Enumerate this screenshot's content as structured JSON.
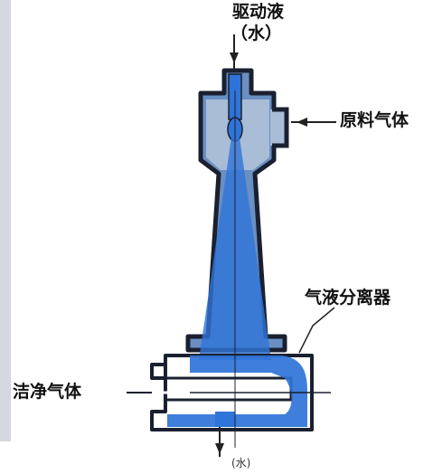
{
  "labels": {
    "drive_fluid": "驱动液",
    "drive_fluid_sub": "（水）",
    "feed_gas": "原料气体",
    "separator": "气液分离器",
    "clean_gas": "洁净气体",
    "water_out": "(水)"
  },
  "colors": {
    "outline": "#1a2030",
    "body_fill": "#6a8fc2",
    "chamber_fill": "#a9bdd6",
    "jet_blue": "#2f74d8",
    "arrow": "#222222"
  }
}
